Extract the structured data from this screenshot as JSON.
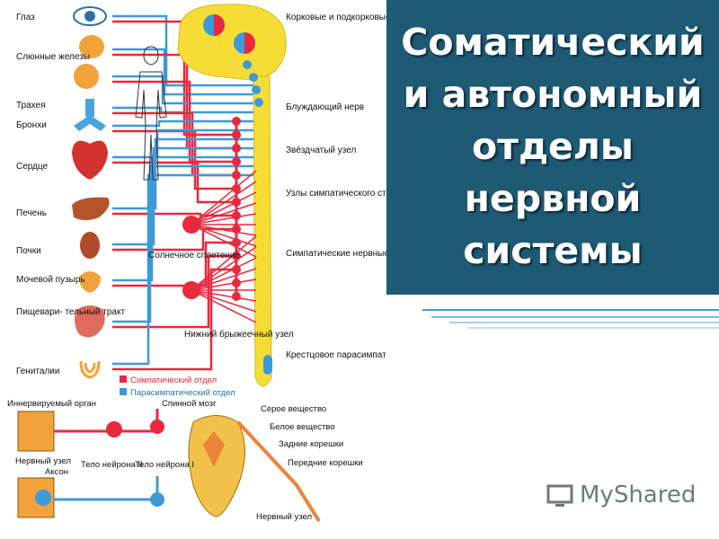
{
  "title": {
    "lines": [
      "Соматический",
      "и автономный",
      "отделы",
      "нервной",
      "системы"
    ]
  },
  "colors": {
    "sympathetic": "#e8293d",
    "parasympathetic": "#3d9ad9",
    "spinal_cord": "#f6dd35",
    "title_bg": "#1f5a74",
    "title_text": "#ffffff"
  },
  "organs": {
    "eye": "Глаз",
    "salivary": "Слюнные железы",
    "trachea": "Трахея",
    "bronchi": "Бронхи",
    "heart": "Сердце",
    "liver": "Печень",
    "kidneys": "Почки",
    "bladder": "Мочевой пузырь",
    "digestive": "Пищевари- тельный тракт",
    "genitals": "Гениталии"
  },
  "right_labels": {
    "cortical": "Корковые и подкорковые центры",
    "vagus": "Блуждающий нерв",
    "stellate": "Звёздчатый узел",
    "trunk_nodes": "Узлы симпатического ствола",
    "symp_fibers": "Симпатические нервные волокна спинно-мозговых нервов",
    "sacral": "Крестцовое парасимпатическое ядро спинного мозга"
  },
  "center_labels": {
    "solar": "Солнечное сплетение",
    "mesenteric": "Нижний брыжеечный узел"
  },
  "legend": {
    "sympathetic": "Симпатический отдел",
    "parasympathetic": "Парасимпатический отдел"
  },
  "bottom_labels": {
    "innervated": "Иннервируемый орган",
    "spinal_brain": "Спинной мозг",
    "nerve_node": "Нервный узел",
    "axon": "Аксон",
    "neuron2": "Тело нейрона II",
    "neuron1": "Тело нейрона I",
    "gray": "Серое вещество",
    "white": "Белое вещество",
    "posterior": "Задние корешки",
    "anterior": "Передние корешки",
    "nerve_node2": "Нервный узел"
  },
  "brand": {
    "name_part1": "My",
    "name_part2": "Shared"
  }
}
